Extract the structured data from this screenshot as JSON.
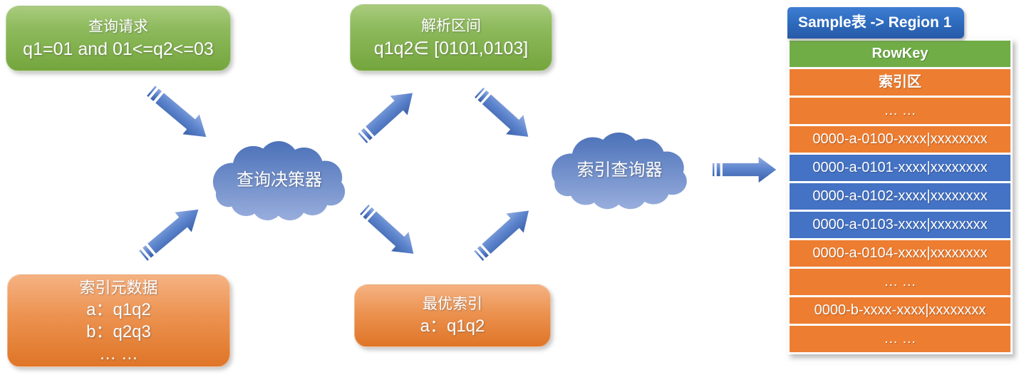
{
  "background": "#ffffff",
  "palette": {
    "green_box_top": "#A9CB7E",
    "green_box_bottom": "#74A53D",
    "orange_box_top": "#F5B282",
    "orange_box_bottom": "#DF7527",
    "cloud_top": "#4A70B8",
    "cloud_bottom": "#9BB0DE",
    "arrow_light": "#93ACDF",
    "arrow_dark": "#3A60A9",
    "tab_blue": "#2E6DC0",
    "row_green": "#70AD47",
    "row_orange": "#ED7D31",
    "row_blue": "#4472C4",
    "text": "#FFFFFF"
  },
  "boxes": {
    "query_request": {
      "title": "查询请求",
      "line2": "q1=01 and 01<=q2<=03"
    },
    "parsed_range": {
      "title": "解析区间",
      "line2": "q1q2∈ [0101,0103]"
    },
    "index_metadata": {
      "title": "索引元数据",
      "line2": "a：q1q2",
      "line3": "b：q2q3",
      "line4": "… …"
    },
    "best_index": {
      "title": "最优索引",
      "line2": "a：q1q2"
    }
  },
  "clouds": {
    "query_decider": {
      "label": "查询决策器"
    },
    "index_querier": {
      "label": "索引查询器"
    }
  },
  "arrows": [
    {
      "name": "arrow-query-request-to-decider",
      "direction": "down-right"
    },
    {
      "name": "arrow-index-metadata-to-decider",
      "direction": "up-right"
    },
    {
      "name": "arrow-decider-to-parsed-range",
      "direction": "up-right"
    },
    {
      "name": "arrow-decider-to-best-index",
      "direction": "down-right"
    },
    {
      "name": "arrow-parsed-range-to-index-querier",
      "direction": "down-right"
    },
    {
      "name": "arrow-best-index-to-index-querier",
      "direction": "up-right"
    },
    {
      "name": "arrow-index-querier-to-table",
      "direction": "right"
    }
  ],
  "table": {
    "title": "Sample表 -> Region 1",
    "rows": [
      {
        "text": "RowKey",
        "color": "green",
        "bold": true
      },
      {
        "text": "索引区",
        "color": "orange",
        "bold": true
      },
      {
        "text": "… …",
        "color": "orange",
        "bold": false
      },
      {
        "text": "0000-a-0100-xxxx|xxxxxxxx",
        "color": "orange",
        "bold": false
      },
      {
        "text": "0000-a-0101-xxxx|xxxxxxxx",
        "color": "blue",
        "bold": false
      },
      {
        "text": "0000-a-0102-xxxx|xxxxxxxx",
        "color": "blue",
        "bold": false
      },
      {
        "text": "0000-a-0103-xxxx|xxxxxxxx",
        "color": "blue",
        "bold": false
      },
      {
        "text": "0000-a-0104-xxxx|xxxxxxxx",
        "color": "orange",
        "bold": false
      },
      {
        "text": "… …",
        "color": "orange",
        "bold": false
      },
      {
        "text": "0000-b-xxxx-xxxx|xxxxxxxx",
        "color": "orange",
        "bold": false
      },
      {
        "text": "… …",
        "color": "orange",
        "bold": false
      }
    ]
  }
}
